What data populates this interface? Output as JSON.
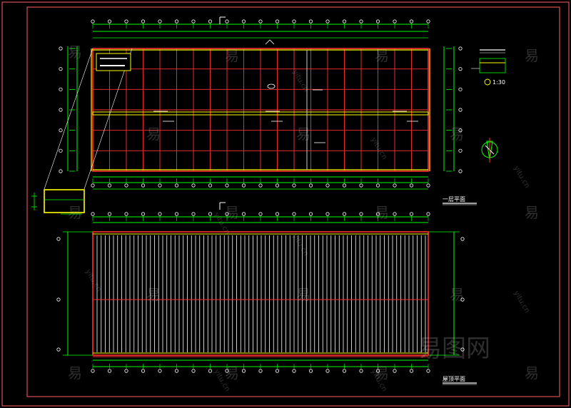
{
  "colors": {
    "background": "#000000",
    "sheet_border": "#ff6060",
    "grid": "#ff3030",
    "axis": "#00ff00",
    "beam": "#ffff00",
    "wall": "#ffaa00",
    "text": "#ffffff",
    "roof_lines": "#ffffff"
  },
  "upper_plan": {
    "title": "一层平面",
    "axis_columns": 20,
    "axis_rows": 6
  },
  "lower_plan": {
    "title": "屋顶平面",
    "roof_line_count": 80
  },
  "detail": {
    "scale_text": "1:30"
  },
  "icons": {
    "section_marker": "section-cut-icon",
    "north_arrow": "north-arrow-icon",
    "detail_marker": "detail-callout-icon"
  },
  "watermark": {
    "glyph": "易",
    "site": "yitu.cn",
    "logo": "易图网"
  }
}
